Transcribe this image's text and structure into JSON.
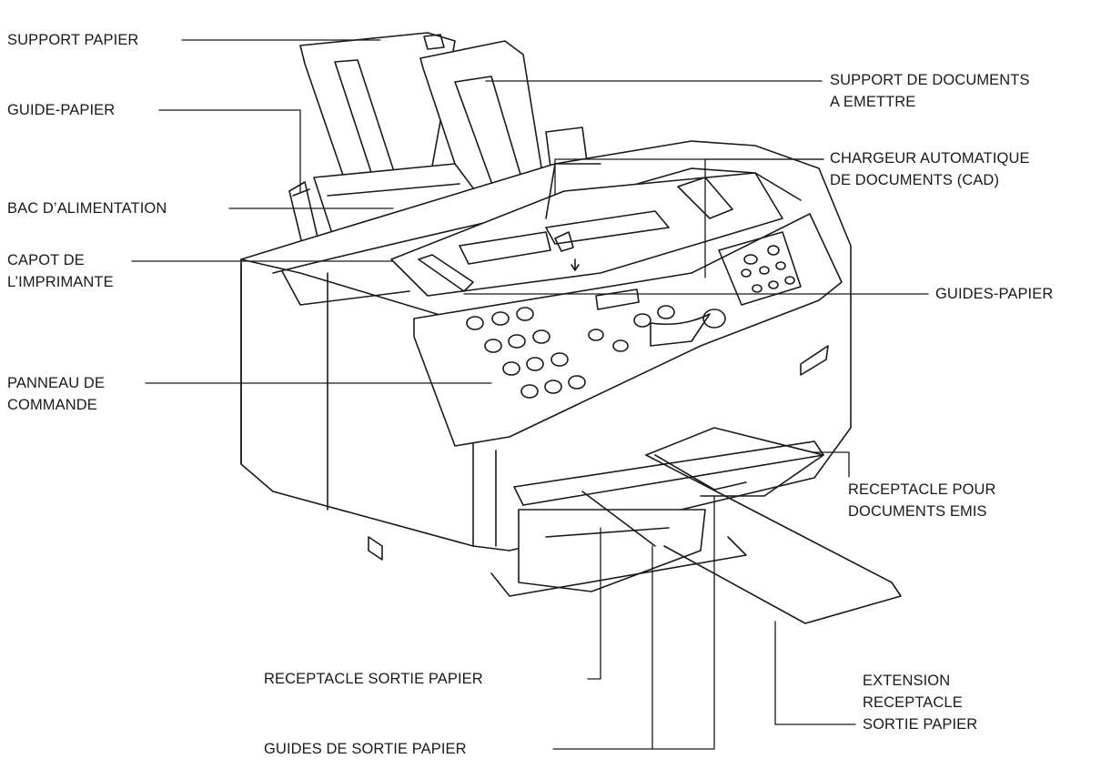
{
  "labels": {
    "support_papier": "SUPPORT PAPIER",
    "guide_papier": "GUIDE-PAPIER",
    "bac_alimentation": "BAC D’ALIMENTATION",
    "capot": [
      "CAPOT DE",
      "L’IMPRIMANTE"
    ],
    "panneau": [
      "PANNEAU DE",
      "COMMANDE"
    ],
    "support_documents": [
      "SUPPORT DE DOCUMENTS",
      "A EMETTRE"
    ],
    "chargeur": [
      "CHARGEUR AUTOMATIQUE",
      "DE DOCUMENTS (CAD)"
    ],
    "guides_papier": "GUIDES-PAPIER",
    "receptacle_emis": [
      "RECEPTACLE POUR",
      "DOCUMENTS EMIS"
    ],
    "receptacle_sortie": "RECEPTACLE SORTIE PAPIER",
    "extension": [
      "EXTENSION",
      "RECEPTACLE",
      "SORTIE PAPIER"
    ],
    "guides_sortie": "GUIDES DE SORTIE PAPIER"
  },
  "colors": {
    "line": "#1a1a1a",
    "paper": "#ffffff",
    "shade": "#e8e8e8"
  }
}
